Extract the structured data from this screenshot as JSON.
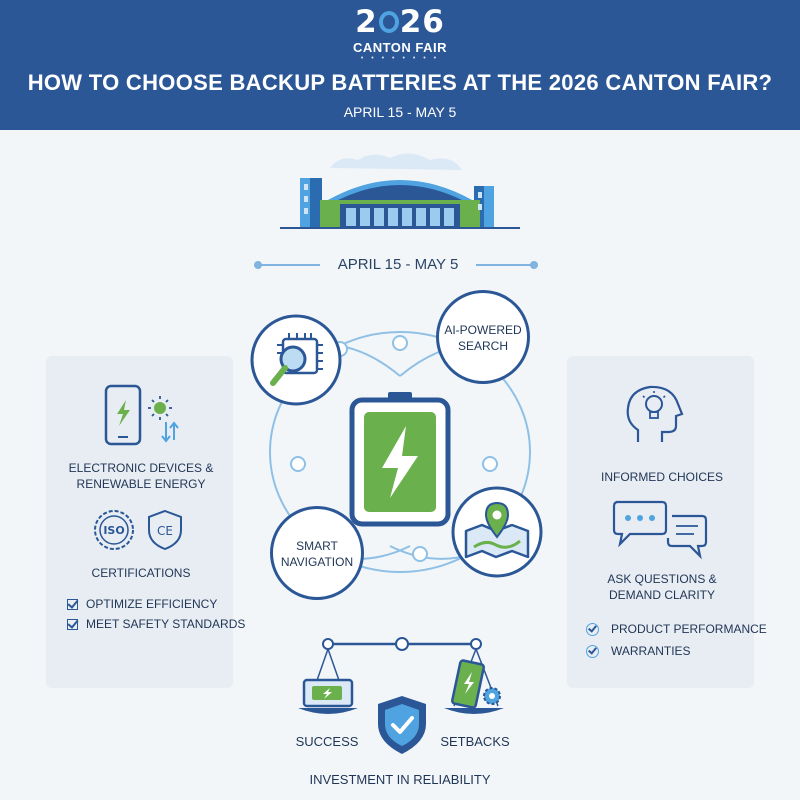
{
  "header": {
    "logo_year": [
      "2",
      "26"
    ],
    "logo_subtitle": "CANTON FAIR",
    "logo_dots": "• • • • • • • •",
    "title": "HOW TO CHOOSE BACKUP BATTERIES AT THE 2026 CANTON FAIR?",
    "dates": "APRIL 15 - MAY 5"
  },
  "timeline": {
    "dates": "APRIL 15 - MAY 5"
  },
  "center": {
    "ai_search": [
      "AI-POWERED",
      "SEARCH"
    ],
    "smart_navigation": [
      "SMART",
      "NAVIGATION"
    ]
  },
  "left_panel": {
    "devices_label": [
      "ELECTRONIC DEVICES &",
      "RENEWABLE ENERGY"
    ],
    "iso_badge": "ISO",
    "ce_badge": "CE",
    "certifications_label": "CERTIFICATIONS",
    "checklist": [
      "OPTIMIZE EFFICIENCY",
      "MEET SAFETY STANDARDS"
    ]
  },
  "right_panel": {
    "informed_label": "INFORMED CHOICES",
    "ask_label": [
      "ASK QUESTIONS &",
      "DEMAND CLARITY"
    ],
    "checklist": [
      "PRODUCT PERFORMANCE",
      "WARRANTIES"
    ]
  },
  "bottom": {
    "success": "SUCCESS",
    "setbacks": "SETBACKS",
    "investment": "INVESTMENT IN RELIABILITY"
  },
  "colors": {
    "header_blue": "#2b5797",
    "accent_green": "#6ab04c",
    "light_blue": "#4fa3e0"
  }
}
